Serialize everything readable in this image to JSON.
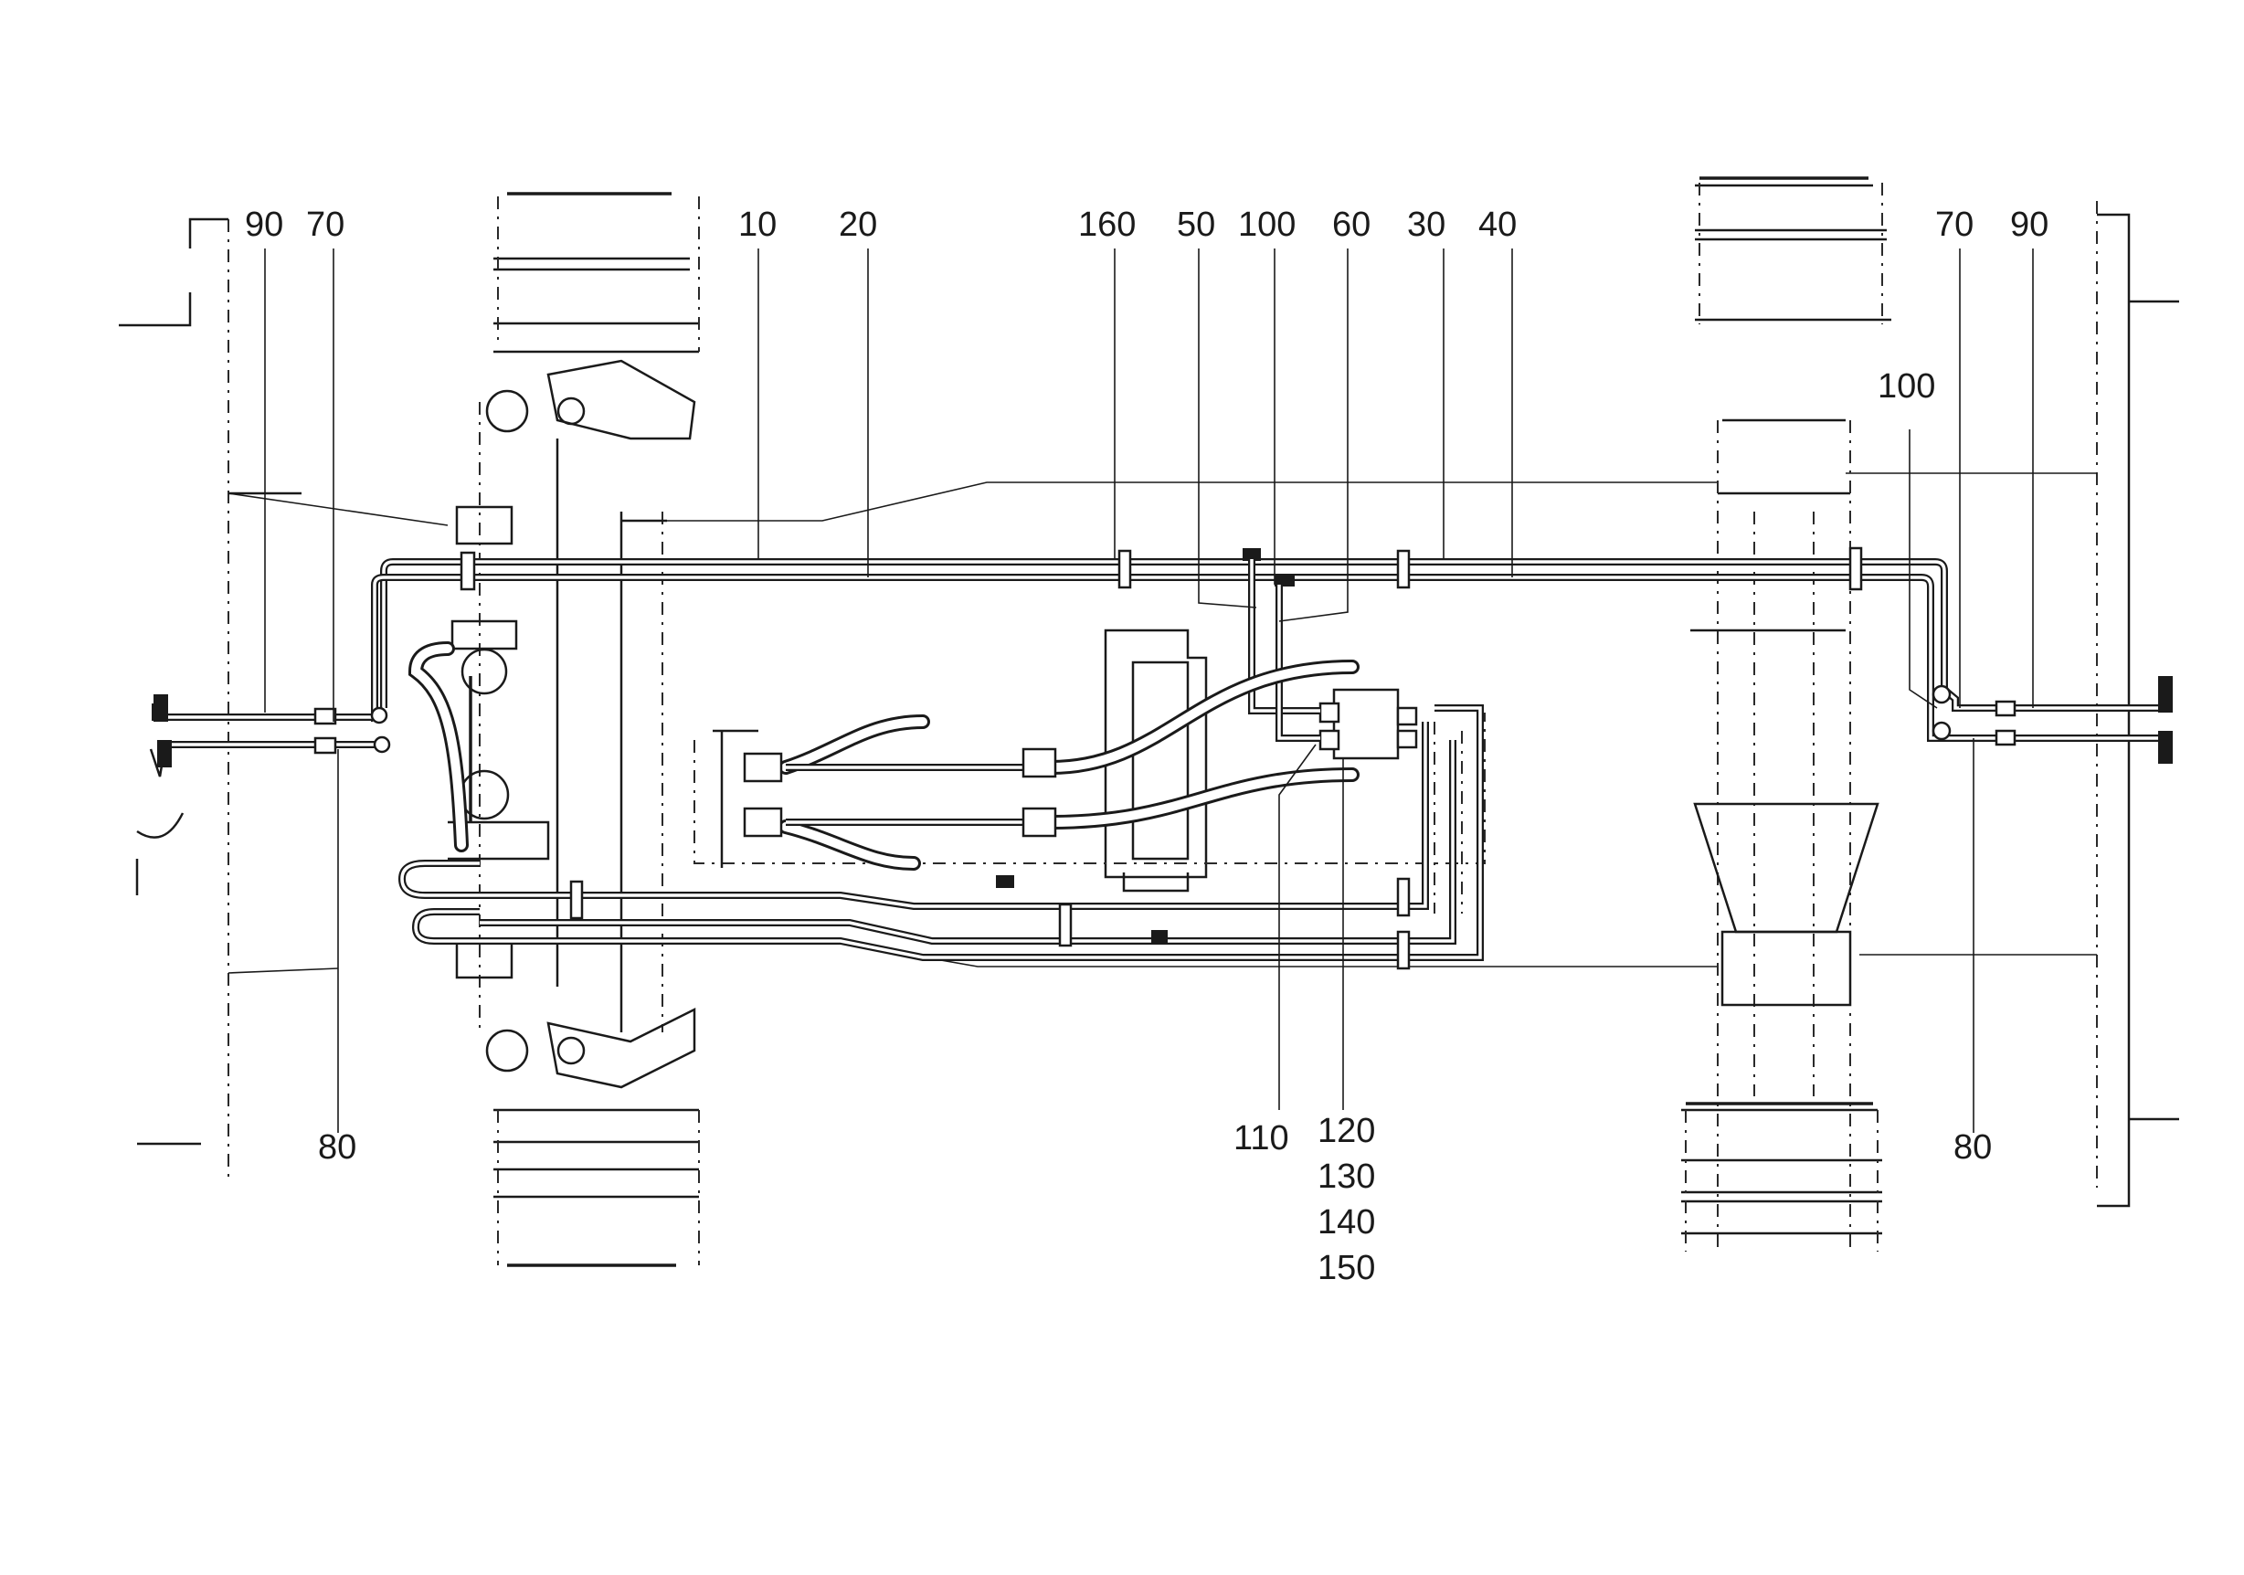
{
  "diagram": {
    "labels": [
      {
        "id": "l90a",
        "text": "90"
      },
      {
        "id": "l70a",
        "text": "70"
      },
      {
        "id": "l10",
        "text": "10"
      },
      {
        "id": "l20",
        "text": "20"
      },
      {
        "id": "l160",
        "text": "160"
      },
      {
        "id": "l50",
        "text": "50"
      },
      {
        "id": "l100a",
        "text": "100"
      },
      {
        "id": "l60",
        "text": "60"
      },
      {
        "id": "l30",
        "text": "30"
      },
      {
        "id": "l40",
        "text": "40"
      },
      {
        "id": "l70b",
        "text": "70"
      },
      {
        "id": "l90b",
        "text": "90"
      },
      {
        "id": "l100b",
        "text": "100"
      },
      {
        "id": "l80a",
        "text": "80"
      },
      {
        "id": "l110",
        "text": "110"
      },
      {
        "id": "l120",
        "text": "120"
      },
      {
        "id": "l130",
        "text": "130"
      },
      {
        "id": "l140",
        "text": "140"
      },
      {
        "id": "l150",
        "text": "150"
      },
      {
        "id": "l80b",
        "text": "80"
      }
    ]
  }
}
